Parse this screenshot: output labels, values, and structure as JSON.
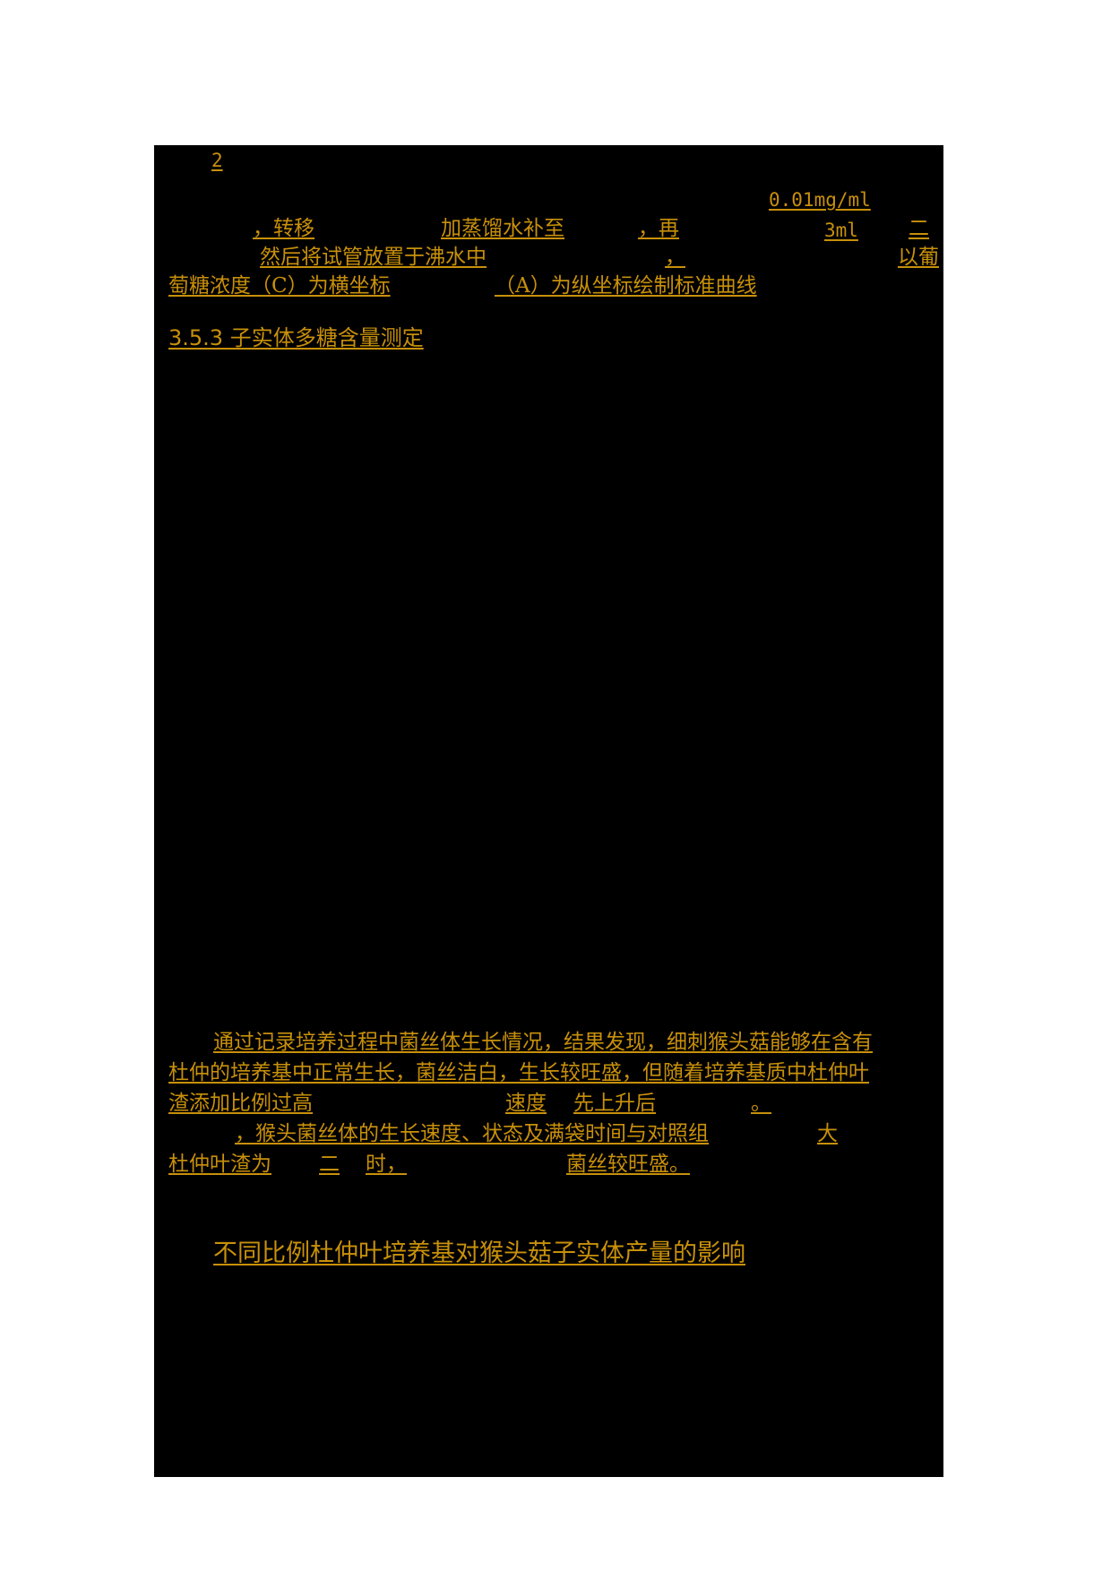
{
  "colors": {
    "text": "#c8900a",
    "panel": "#000000",
    "page": "#ffffff"
  },
  "top_section": {
    "marker": "2",
    "line1": {
      "concentration": "0.01mg/ml"
    },
    "line2": {
      "transfer": "，转移",
      "add_water": "加蒸馏水补至",
      "again": "，再",
      "volume": "3ml",
      "two": "二"
    },
    "line3": {
      "boil": "然后将试管放置于沸水中",
      "comma": "，",
      "glucose_start": "以葡"
    },
    "line4": {
      "x_axis": "萄糖浓度（C）为横坐标",
      "y_axis": "（A）为纵坐标绘制标准曲线"
    }
  },
  "section_heading": "3.5.3 子实体多糖含量测定",
  "results_paragraph": {
    "line1": "通过记录培养过程中菌丝体生长情况，结果发现，细刺猴头菇能够在含有",
    "line2": "杜仲的培养基中正常生长，菌丝洁白，生长较旺盛，但随着培养基质中杜仲叶",
    "line3": {
      "a": "渣添加比例过高",
      "b": "速度",
      "c": "先上升后",
      "d": "。"
    },
    "line4": {
      "a": "，猴头菌丝体的生长速度、状态及满袋时间与对照组",
      "b": "大"
    },
    "line5": {
      "a": "杜仲叶渣为",
      "b": "二",
      "c": "时，",
      "d": "菌丝较旺盛。"
    }
  },
  "table_title": "不同比例杜仲叶培养基对猴头菇子实体产量的影响"
}
